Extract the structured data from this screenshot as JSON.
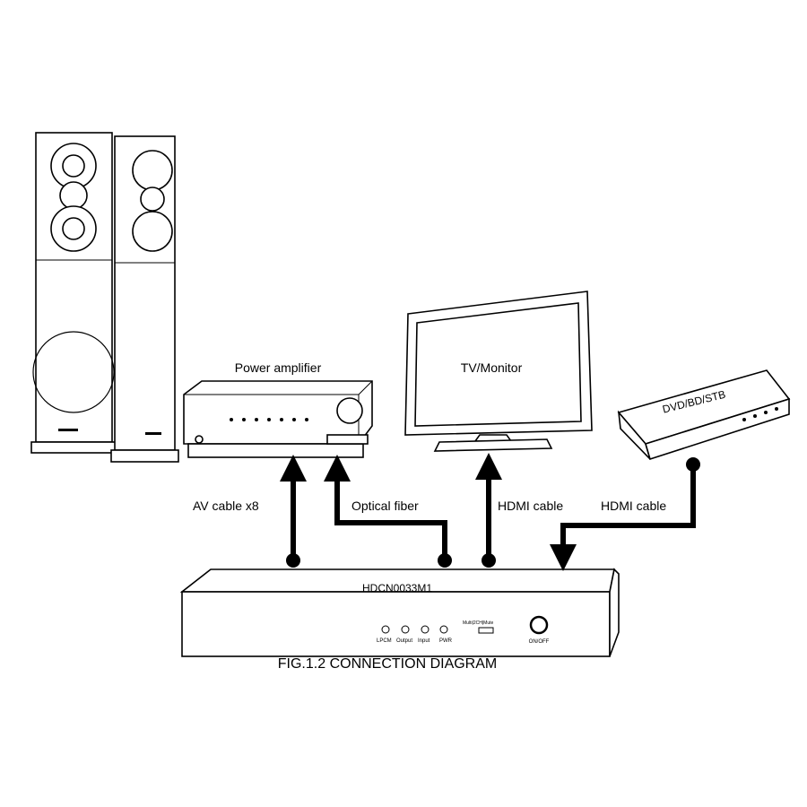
{
  "devices": {
    "amplifier": "Power amplifier",
    "tv": "TV/Monitor",
    "source": "DVD/BD/STB",
    "converter": {
      "model": "HDCN0033M1",
      "leds": [
        "LPCM",
        "Output",
        "Input",
        "PWR"
      ],
      "switch_label": "Multi|2CH|Mute",
      "power_button": "ON/OFF"
    }
  },
  "cables": {
    "av": "AV cable x8",
    "optical": "Optical fiber",
    "hdmi_tv": "HDMI cable",
    "hdmi_source": "HDMI cable"
  },
  "caption": "FIG.1.2 CONNECTION DIAGRAM"
}
